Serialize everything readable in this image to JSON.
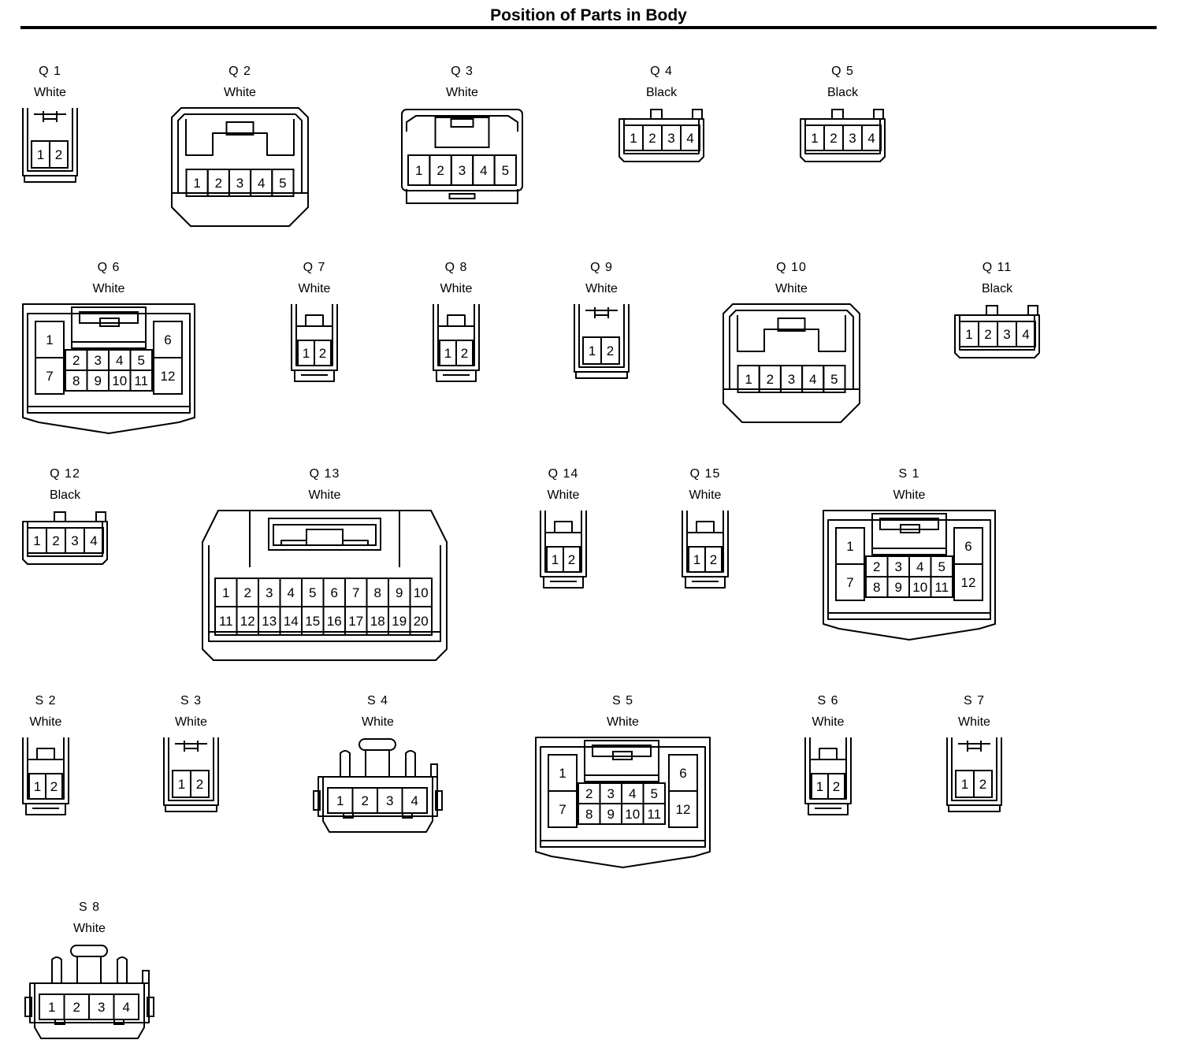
{
  "title": "Position of Parts in Body",
  "connectors": [
    {
      "id": "Q 1",
      "color": "White",
      "type": "small2a",
      "pins": [
        "1",
        "2"
      ]
    },
    {
      "id": "Q 2",
      "color": "White",
      "type": "latch5",
      "pins": [
        "1",
        "2",
        "3",
        "4",
        "5"
      ]
    },
    {
      "id": "Q 3",
      "color": "White",
      "type": "box5",
      "pins": [
        "1",
        "2",
        "3",
        "4",
        "5"
      ]
    },
    {
      "id": "Q 4",
      "color": "Black",
      "type": "flat4",
      "pins": [
        "1",
        "2",
        "3",
        "4"
      ]
    },
    {
      "id": "Q 5",
      "color": "Black",
      "type": "flat4",
      "pins": [
        "1",
        "2",
        "3",
        "4"
      ]
    },
    {
      "id": "Q 6",
      "color": "White",
      "type": "grid12",
      "pins": [
        "1",
        "2",
        "3",
        "4",
        "5",
        "6",
        "7",
        "8",
        "9",
        "10",
        "11",
        "12"
      ]
    },
    {
      "id": "Q 7",
      "color": "White",
      "type": "small2b",
      "pins": [
        "1",
        "2"
      ]
    },
    {
      "id": "Q 8",
      "color": "White",
      "type": "small2b",
      "pins": [
        "1",
        "2"
      ]
    },
    {
      "id": "Q 9",
      "color": "White",
      "type": "small2a",
      "pins": [
        "1",
        "2"
      ]
    },
    {
      "id": "Q 10",
      "color": "White",
      "type": "latch5",
      "pins": [
        "1",
        "2",
        "3",
        "4",
        "5"
      ]
    },
    {
      "id": "Q 11",
      "color": "Black",
      "type": "flat4",
      "pins": [
        "1",
        "2",
        "3",
        "4"
      ]
    },
    {
      "id": "Q 12",
      "color": "Black",
      "type": "flat4",
      "pins": [
        "1",
        "2",
        "3",
        "4"
      ]
    },
    {
      "id": "Q 13",
      "color": "White",
      "type": "big20",
      "pins": [
        "1",
        "2",
        "3",
        "4",
        "5",
        "6",
        "7",
        "8",
        "9",
        "10",
        "11",
        "12",
        "13",
        "14",
        "15",
        "16",
        "17",
        "18",
        "19",
        "20"
      ]
    },
    {
      "id": "Q 14",
      "color": "White",
      "type": "small2b",
      "pins": [
        "1",
        "2"
      ]
    },
    {
      "id": "Q 15",
      "color": "White",
      "type": "small2b",
      "pins": [
        "1",
        "2"
      ]
    },
    {
      "id": "S 1",
      "color": "White",
      "type": "grid12",
      "pins": [
        "1",
        "2",
        "3",
        "4",
        "5",
        "6",
        "7",
        "8",
        "9",
        "10",
        "11",
        "12"
      ]
    },
    {
      "id": "S 2",
      "color": "White",
      "type": "small2b",
      "pins": [
        "1",
        "2"
      ]
    },
    {
      "id": "S 3",
      "color": "White",
      "type": "small2a",
      "pins": [
        "1",
        "2"
      ]
    },
    {
      "id": "S 4",
      "color": "White",
      "type": "clip4",
      "pins": [
        "1",
        "2",
        "3",
        "4"
      ]
    },
    {
      "id": "S 5",
      "color": "White",
      "type": "grid12",
      "pins": [
        "1",
        "2",
        "3",
        "4",
        "5",
        "6",
        "7",
        "8",
        "9",
        "10",
        "11",
        "12"
      ]
    },
    {
      "id": "S 6",
      "color": "White",
      "type": "small2b",
      "pins": [
        "1",
        "2"
      ]
    },
    {
      "id": "S 7",
      "color": "White",
      "type": "small2a",
      "pins": [
        "1",
        "2"
      ]
    },
    {
      "id": "S 8",
      "color": "White",
      "type": "clip4",
      "pins": [
        "1",
        "2",
        "3",
        "4"
      ]
    }
  ]
}
